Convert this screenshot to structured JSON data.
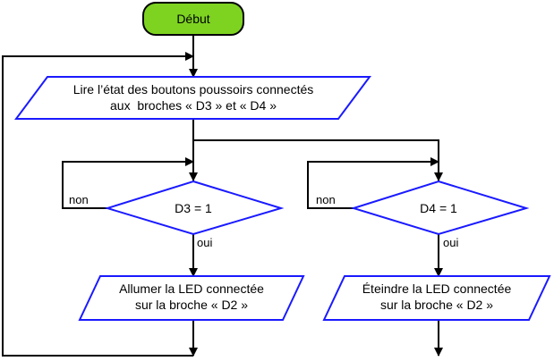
{
  "start": {
    "label": "Début",
    "fill": "#7ed321"
  },
  "read_buttons": {
    "line1": "Lire l’état des boutons poussoirs connectés",
    "line2": "aux  broches « D3 » et « D4 »"
  },
  "decision_d3": {
    "condition": "D3 = 1",
    "no_label": "non",
    "yes_label": "oui"
  },
  "decision_d4": {
    "condition": "D4 = 1",
    "no_label": "non",
    "yes_label": "oui"
  },
  "led_on": {
    "line1": "Allumer la LED connectée",
    "line2": "sur la broche « D2 »"
  },
  "led_off": {
    "line1": "Éteindre la LED connectée",
    "line2": "sur la broche « D2 »"
  },
  "colors": {
    "shape_stroke": "#1a1aff",
    "connector": "#000000"
  }
}
